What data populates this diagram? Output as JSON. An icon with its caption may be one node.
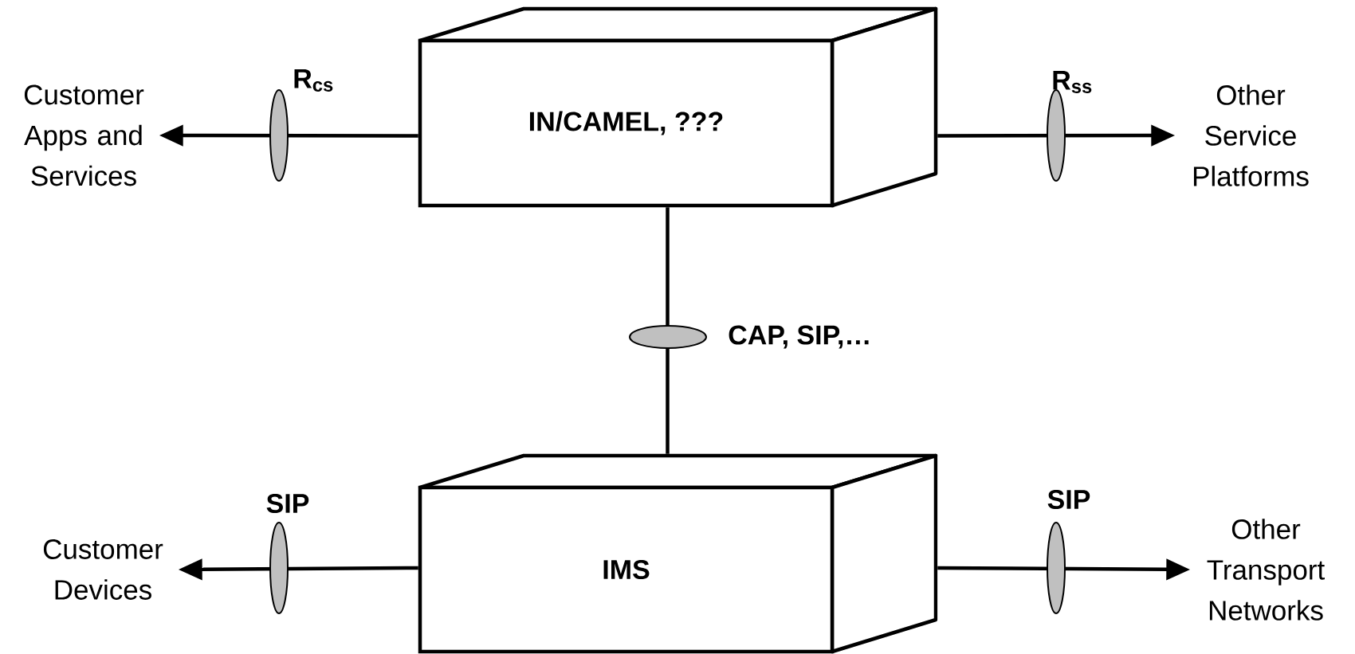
{
  "diagram": {
    "nodes": [
      {
        "text": [
          "IN/CAMEL, ???"
        ]
      },
      {
        "text": [
          "IMS"
        ]
      },
      {
        "text": [
          "Customer Apps and Services"
        ]
      },
      {
        "text": [
          "Other Service Platforms"
        ]
      },
      {
        "text": [
          "Customer Devices"
        ]
      },
      {
        "text": [
          "Other Transport Networks"
        ]
      }
    ],
    "edges": [
      {
        "from": 0,
        "to": 2,
        "arrow": "to",
        "label": "R$_{cs}$"
      },
      {
        "from": 0,
        "to": 3,
        "arrow": "to",
        "label": "R$_{ss}$"
      },
      {
        "from": 0,
        "to": 1,
        "arrow": "none",
        "label": "CAP, SIP,…"
      },
      {
        "from": 1,
        "to": 4,
        "arrow": "to",
        "label": "SIP"
      },
      {
        "from": 1,
        "to": 5,
        "arrow": "to",
        "label": "SIP"
      }
    ]
  }
}
